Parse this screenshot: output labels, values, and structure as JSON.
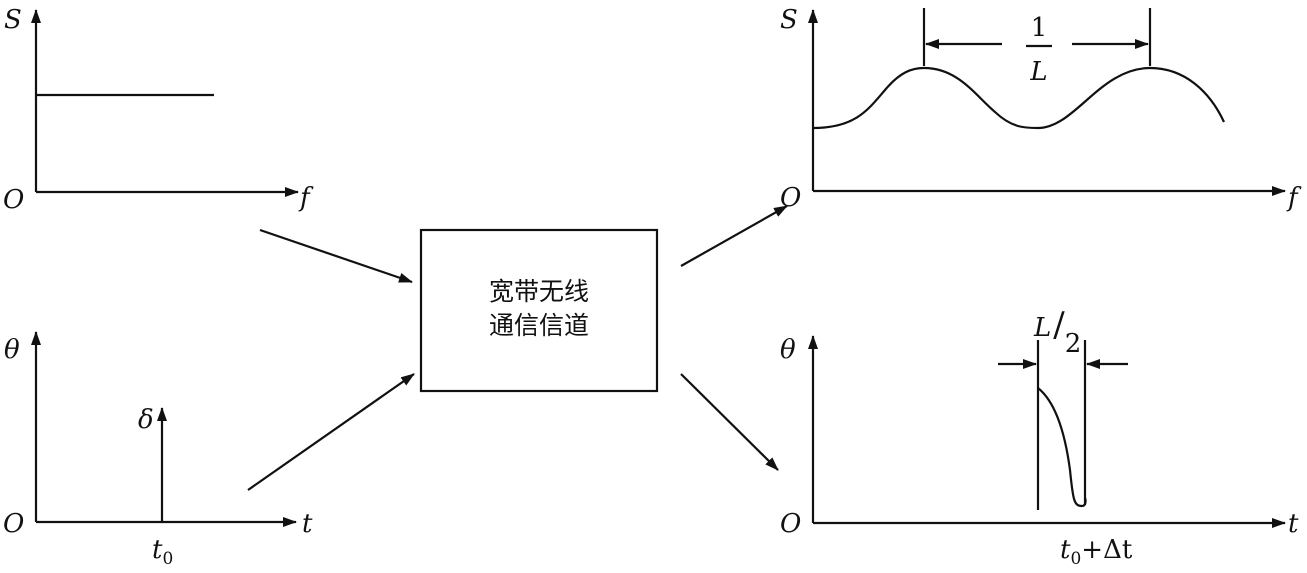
{
  "panels": {
    "input_spectrum": {
      "y_axis": "S",
      "x_axis": "f",
      "origin": "O"
    },
    "input_impulse": {
      "y_axis": "θ",
      "x_axis": "t",
      "origin": "O",
      "impulse": "δ",
      "time_base": "t",
      "time_sub": "0"
    },
    "output_spectrum": {
      "y_axis": "S",
      "x_axis": "f",
      "origin": "O",
      "frac_num": "1",
      "frac_den": "L"
    },
    "output_response": {
      "y_axis": "θ",
      "x_axis": "t",
      "origin": "O",
      "width_l": "L",
      "width_slash": "/",
      "width_2": "2",
      "time_base": "t",
      "time_sub": "0",
      "time_suffix": "+Δt"
    }
  },
  "channel": {
    "line1": "宽带无线",
    "line2": "通信信道"
  }
}
